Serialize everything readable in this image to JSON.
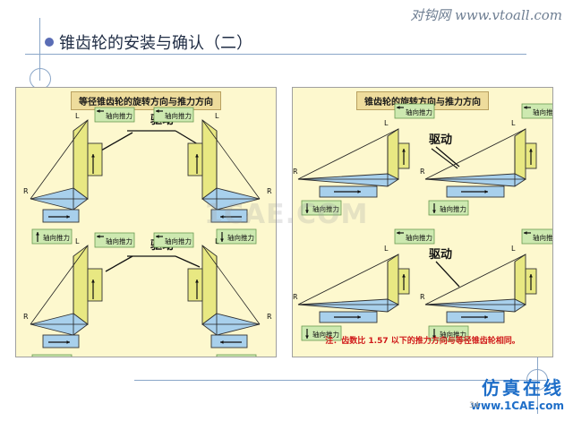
{
  "watermark": "对钩网 www.vtoall.com",
  "slide_title": "锥齿轮的安装与确认（二）",
  "page_number": "34",
  "left_panel": {
    "header": "等径锥齿轮的旋转方向与推力方向",
    "drive_label": "驱动",
    "thrust_label": "轴向推力",
    "letter_L": "L",
    "letter_R": "R"
  },
  "right_panel": {
    "header": "锥齿轮的旋转方向与推力方向",
    "drive_label": "驱动",
    "thrust_label": "轴向推力",
    "letter_L": "L",
    "letter_R": "R",
    "note": "注．齿数比 1.57 以下的推力方向与等径锥齿轮相同。"
  },
  "center_watermark": "1CAE.COM",
  "bottom_logo": {
    "title": "仿真在线",
    "url": "www.1CAE.com"
  },
  "colors": {
    "yellow_gear": "#e8e882",
    "blue_gear": "#a8d0ec",
    "panel_bg": "#fdf8ce",
    "label_box": "#cde9b0",
    "note_red": "#d01a1a"
  }
}
